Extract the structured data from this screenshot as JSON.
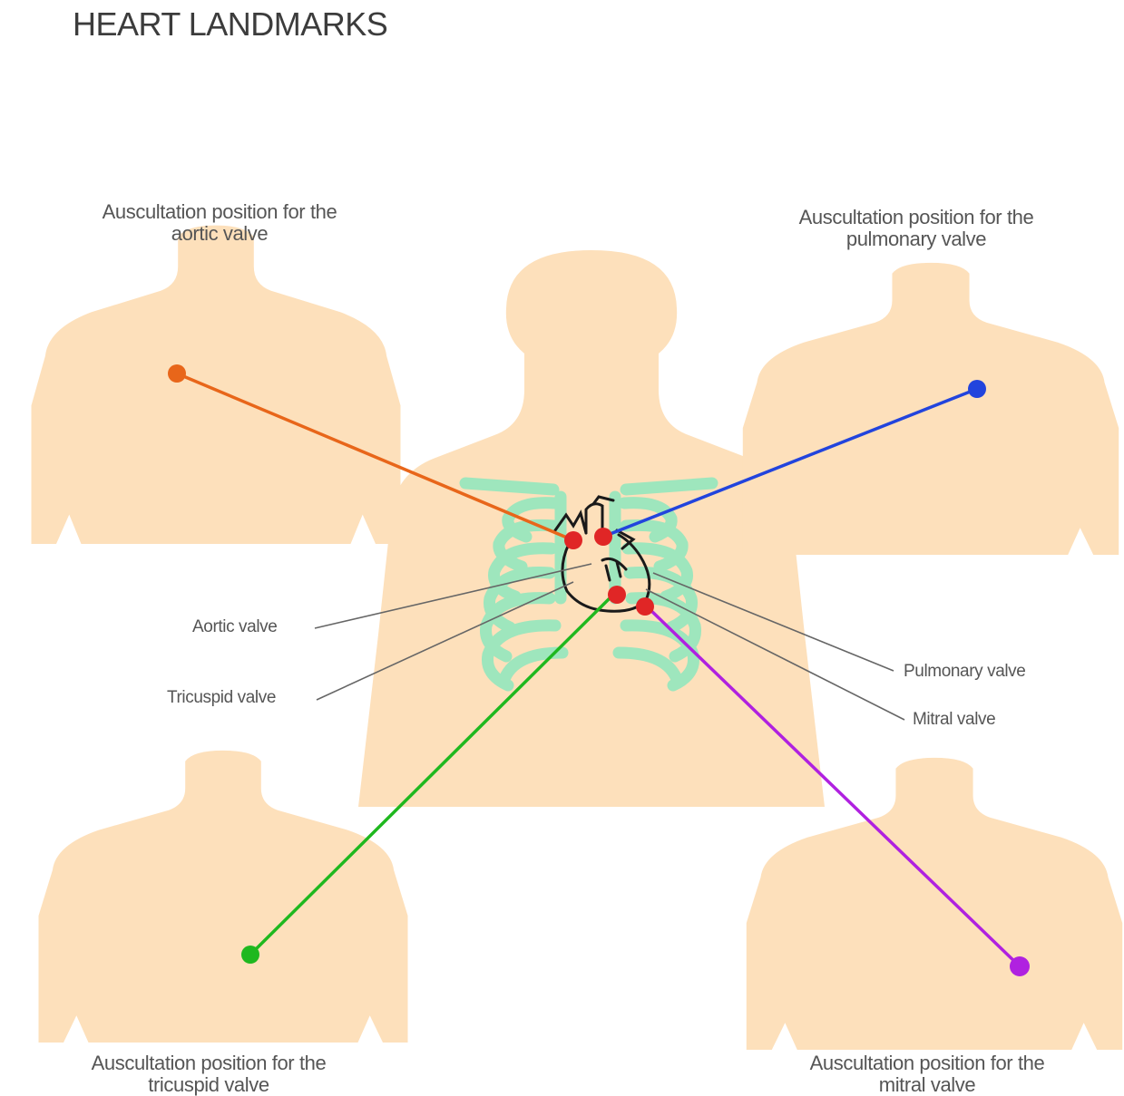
{
  "title": "HEART LANDMARKS",
  "captions": {
    "aortic": [
      "Auscultation position for the",
      "aortic valve"
    ],
    "pulmonary": [
      "Auscultation position for the",
      "pulmonary valve"
    ],
    "tricuspid": [
      "Auscultation position for the",
      "tricuspid valve"
    ],
    "mitral": [
      "Auscultation position for the",
      "mitral valve"
    ]
  },
  "valve_labels": {
    "aortic": "Aortic valve",
    "tricuspid": "Tricuspid valve",
    "pulmonary": "Pulmonary valve",
    "mitral": "Mitral valve"
  },
  "colors": {
    "skin": "#fde0bb",
    "ribcage": "#9ee6bd",
    "valve_dot": "#e02626",
    "aortic": "#e8661a",
    "pulmonary": "#2244dd",
    "tricuspid": "#1fb81f",
    "mitral": "#b021e0",
    "leader": "#666666"
  }
}
